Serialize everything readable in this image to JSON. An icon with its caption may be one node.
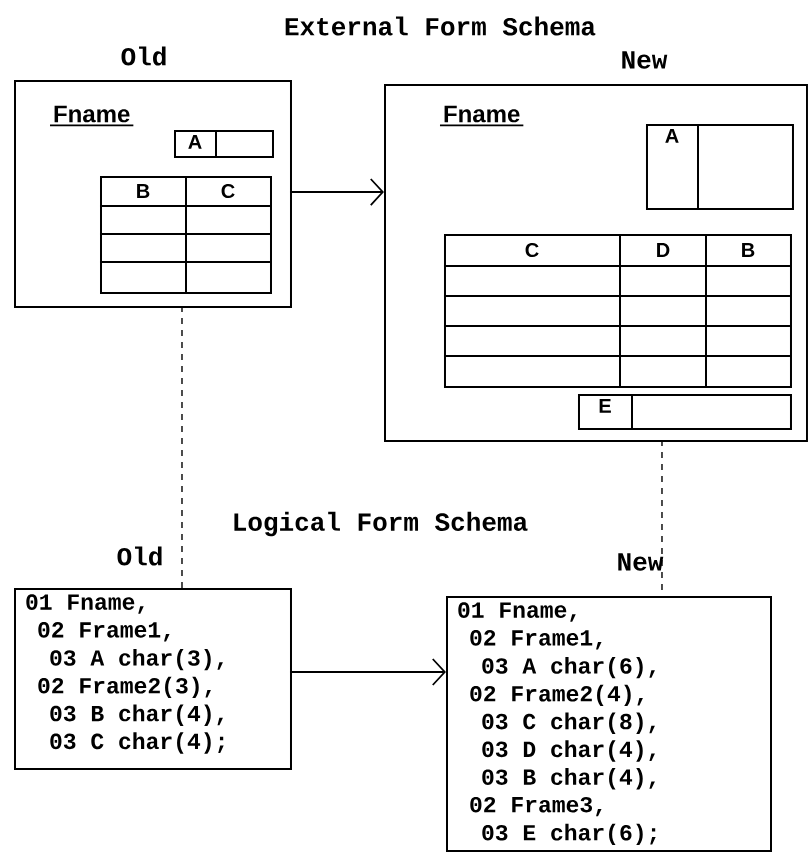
{
  "diagram": {
    "title": "External Form Schema",
    "nodes": [
      {
        "text": [
          "Fname"
        ],
        "beside": [
          "Old"
        ]
      },
      {
        "text": [
          "A"
        ],
        "in": 0
      },
      {
        "text": [
          "B",
          "C"
        ],
        "in": 0
      },
      {
        "text": [
          "Fname"
        ],
        "beside": [
          "New"
        ]
      },
      {
        "text": [
          "A"
        ],
        "in": 3
      },
      {
        "text": [
          "C",
          "D",
          "B"
        ],
        "in": 3
      },
      {
        "text": [
          "E"
        ],
        "in": 3
      },
      {
        "text": [
          "01 Fname,",
          "02 Frame1,",
          "03 A char(3),",
          "02 Frame2(3),",
          "03 B char(4),",
          "03 C char(4);"
        ],
        "beside": [
          "Old"
        ]
      },
      {
        "text": [
          "01 Fname,",
          "02 Frame1,",
          "03 A char(6),",
          "02 Frame2(4),",
          "03 C char(8),",
          "03 D char(4),",
          "03 B char(4),",
          "02 Frame3,",
          "03 E char(6);"
        ],
        "beside": [
          "New"
        ]
      }
    ],
    "edges": [
      {
        "from": 0,
        "to": 3,
        "arrow": "to"
      },
      {
        "from": 7,
        "to": 8,
        "arrow": "to"
      },
      {
        "from": 0,
        "to": 7,
        "arrow": "none",
        "style": "dashed"
      },
      {
        "from": 3,
        "to": 8,
        "arrow": "none",
        "style": "dashed"
      }
    ],
    "labels": [
      "Logical Form Schema"
    ]
  }
}
